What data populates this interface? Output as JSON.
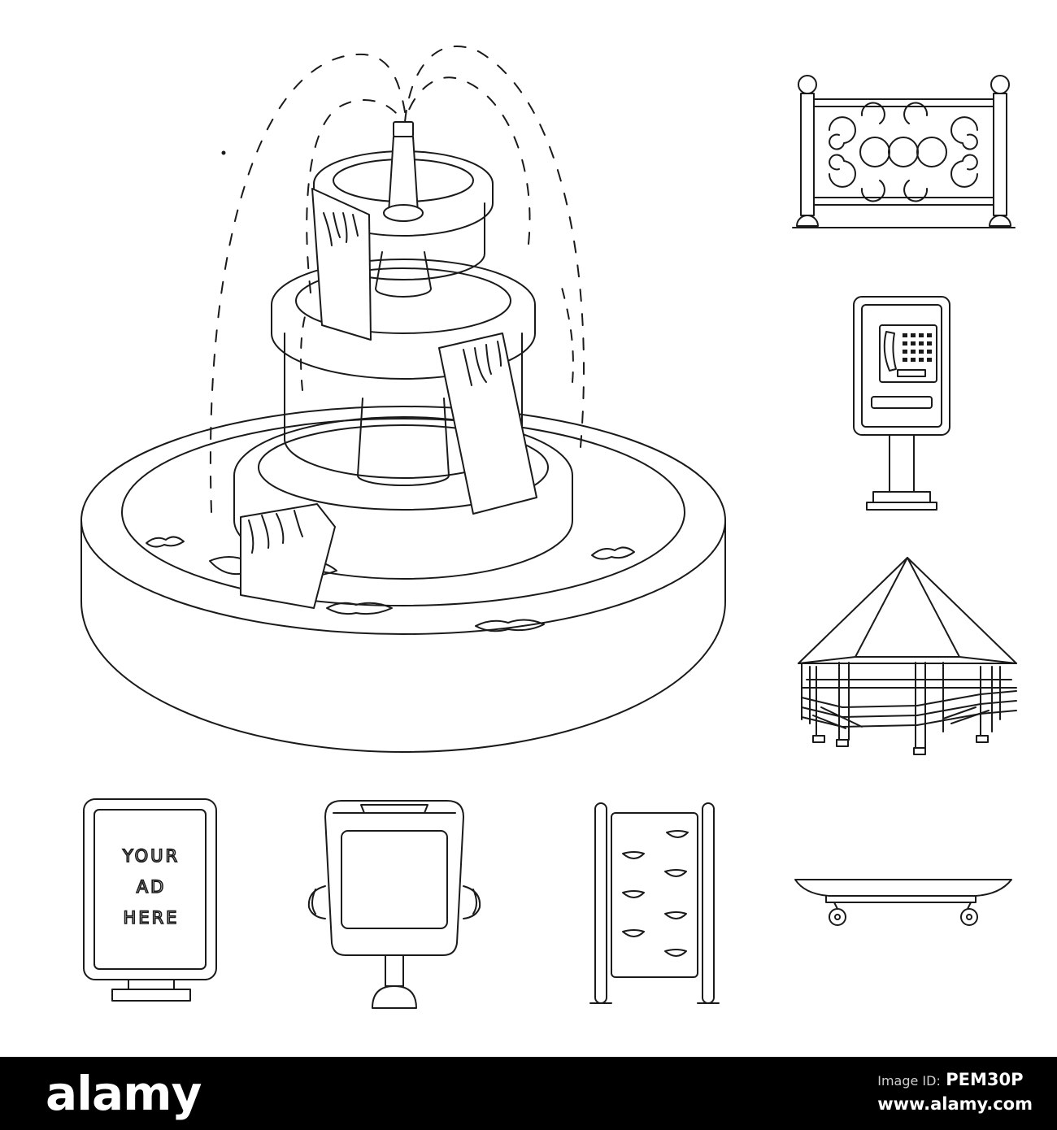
{
  "illustration": {
    "icons": [
      {
        "name": "fountain-icon"
      },
      {
        "name": "fence-icon"
      },
      {
        "name": "payphone-icon"
      },
      {
        "name": "gazebo-icon"
      },
      {
        "name": "billboard-icon"
      },
      {
        "name": "trash-bin-icon"
      },
      {
        "name": "climbing-wall-icon"
      },
      {
        "name": "skateboard-icon"
      }
    ],
    "billboard_text": [
      "YOUR",
      "AD",
      "HERE"
    ],
    "line_color": "#1a1a1a",
    "background_color": "#ffffff"
  },
  "footer": {
    "brand": "alamy",
    "image_id_label": "Image ID:",
    "image_id": "PEM30P",
    "url": "www.alamy.com",
    "background_color": "#000000"
  }
}
